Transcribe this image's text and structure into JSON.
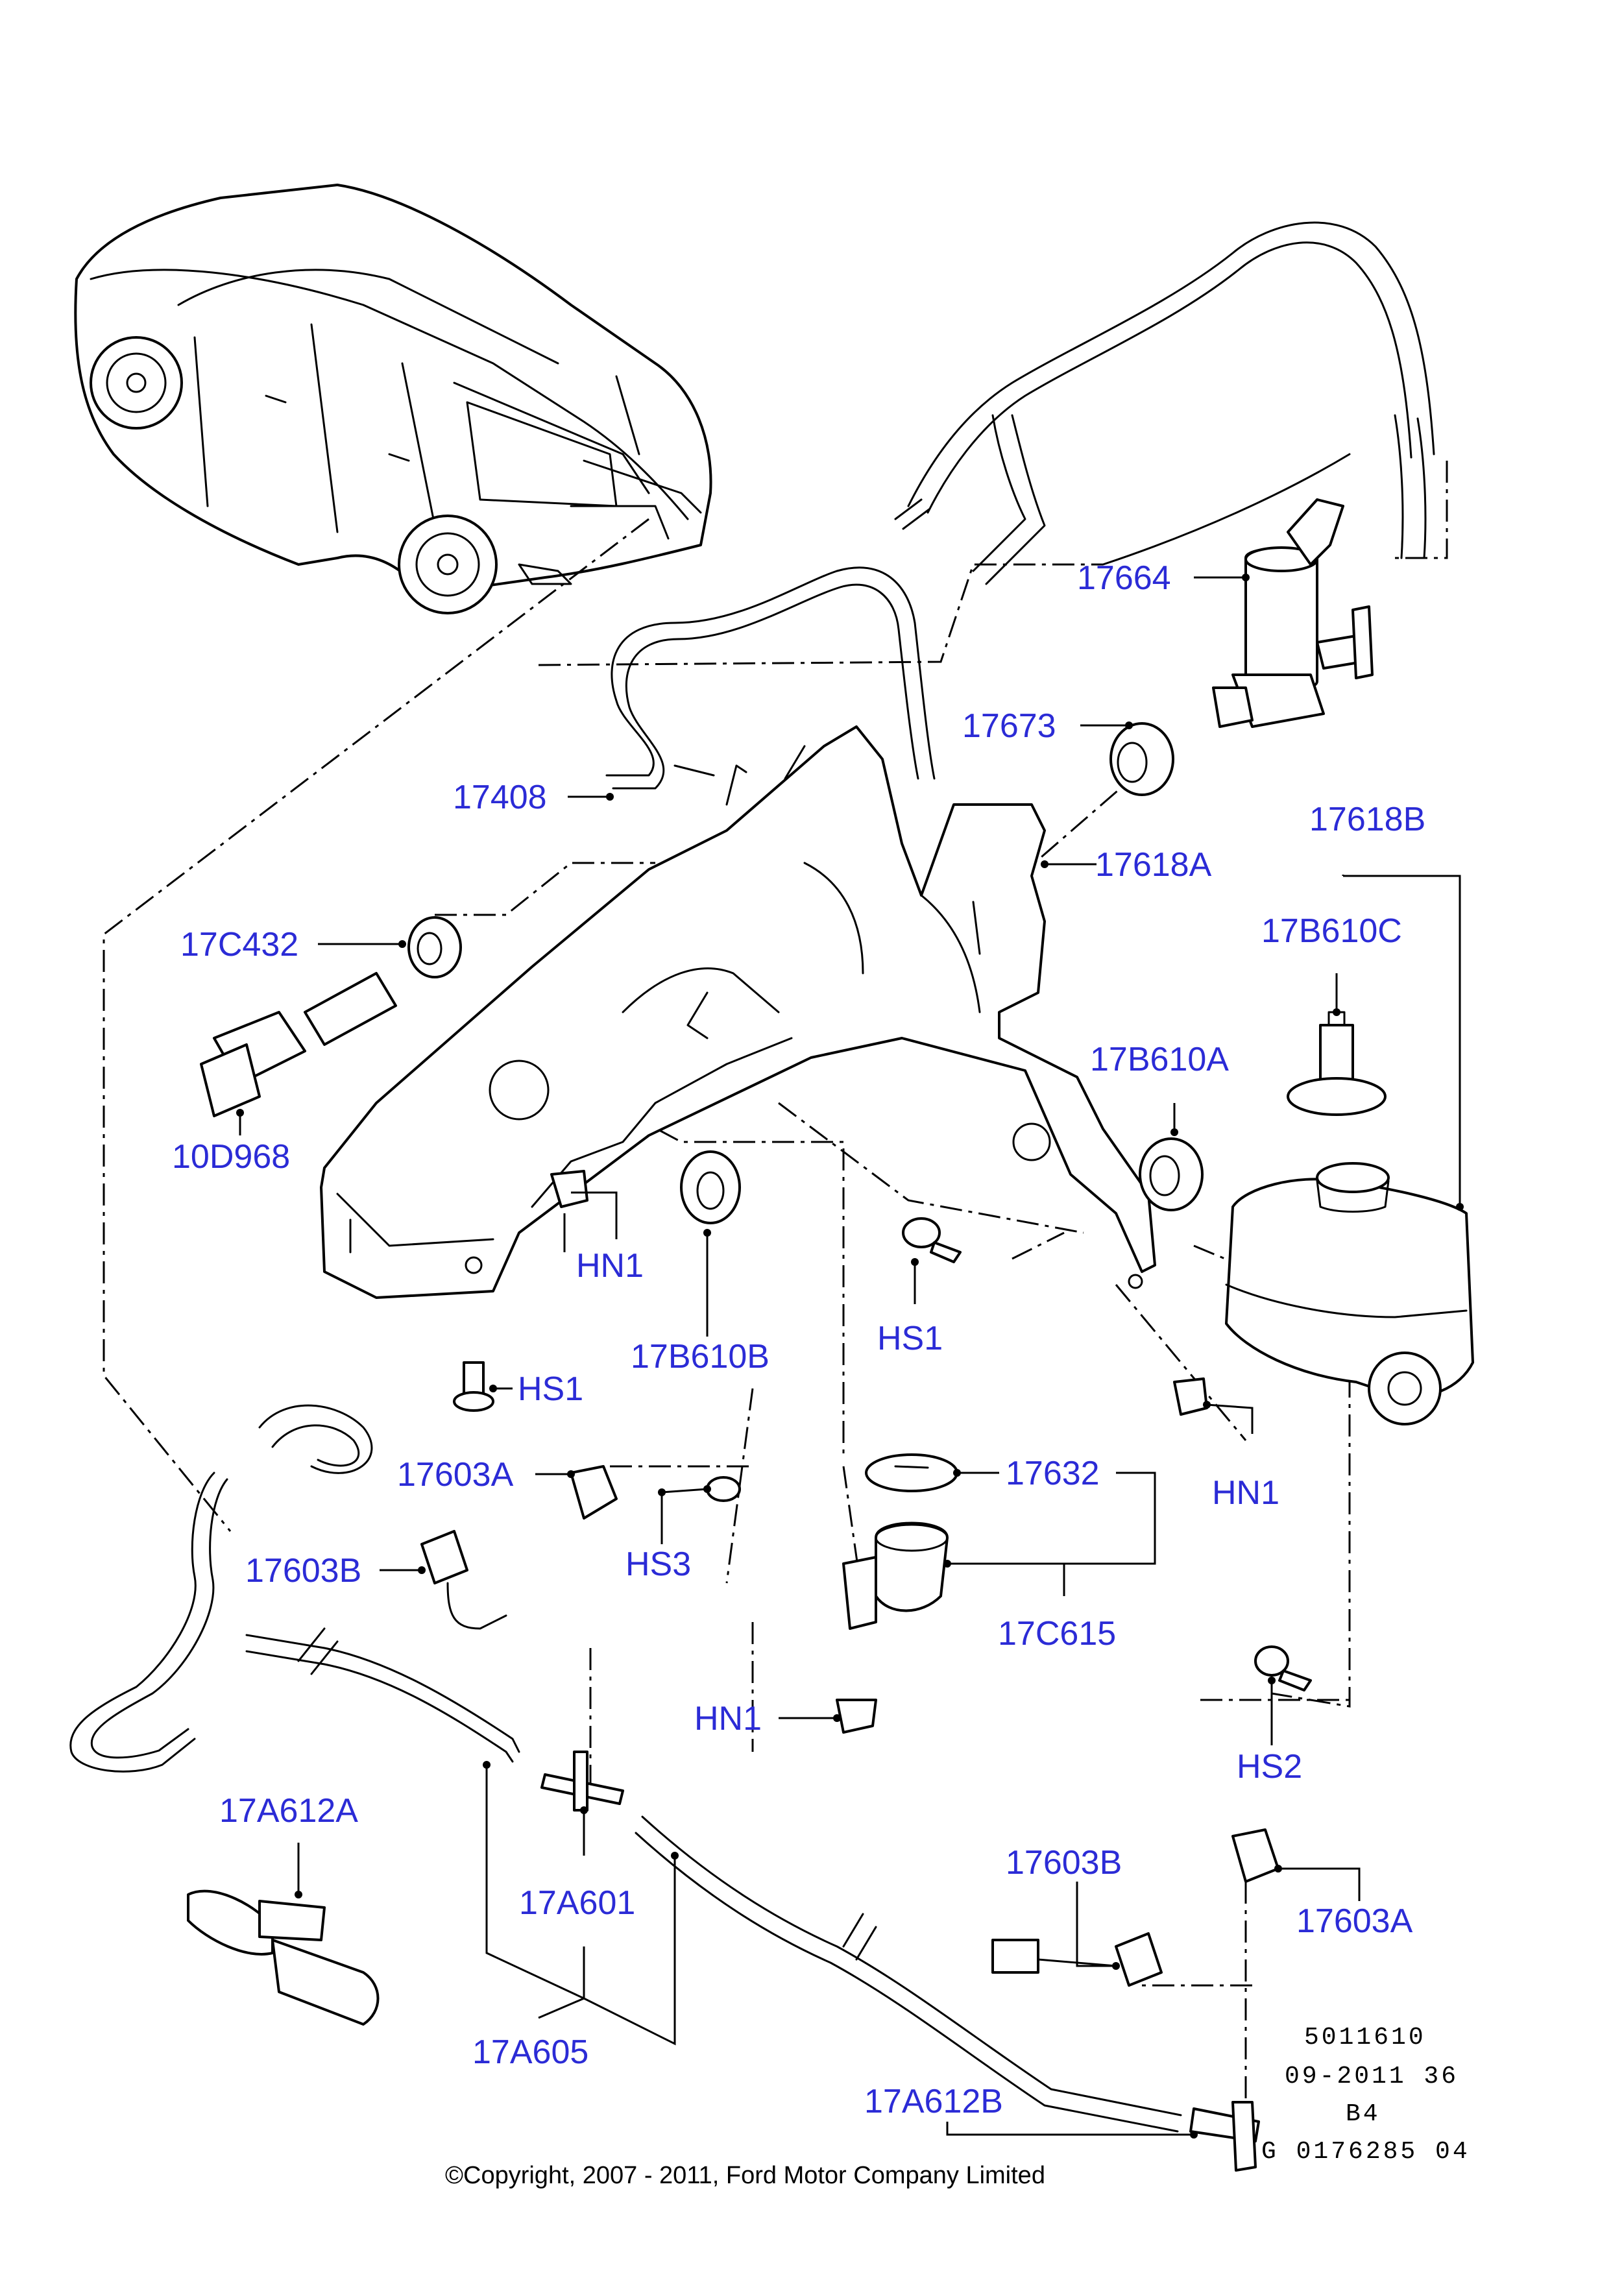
{
  "labels": {
    "p17664": "17664",
    "p17673": "17673",
    "p17408": "17408",
    "p17618A": "17618A",
    "p17618B": "17618B",
    "p17B610C": "17B610C",
    "p17C432": "17C432",
    "p10D968": "10D968",
    "p17B610A": "17B610A",
    "hn1_a": "HN1",
    "p17B610B": "17B610B",
    "hs1_b": "HS1",
    "hs1_a": "HS1",
    "hn1_b": "HN1",
    "p17603A_a": "17603A",
    "p17632": "17632",
    "p17603B_a": "17603B",
    "hs3": "HS3",
    "p17C615": "17C615",
    "hn1_c": "HN1",
    "hs2": "HS2",
    "p17A612A": "17A612A",
    "p17A601": "17A601",
    "p17603B_b": "17603B",
    "p17603A_b": "17603A",
    "p17A605": "17A605",
    "p17A612B": "17A612B"
  },
  "reference": {
    "line1": "5011610",
    "line2": "09-2011 36",
    "line3": "B4",
    "line4": "G 0176285 04"
  },
  "copyright": "©Copyright, 2007 - 2011, Ford Motor Company Limited",
  "colors": {
    "label": "#2b2bd6",
    "line": "#000000",
    "background": "#ffffff"
  }
}
